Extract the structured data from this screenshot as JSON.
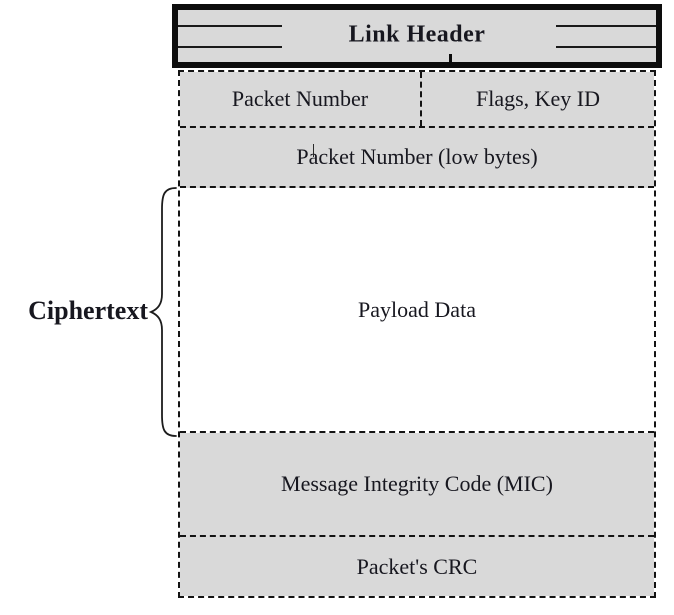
{
  "packet": {
    "link_header": "Link Header",
    "packet_number": "Packet Number",
    "flags_key_id": "Flags, Key ID",
    "packet_number_low": "Packet Number (low bytes)",
    "payload_data": "Payload Data",
    "mic": "Message Integrity Code (MIC)",
    "crc": "Packet's CRC"
  },
  "annotation": {
    "ciphertext_label": "Ciphertext"
  },
  "colors": {
    "field_fill": "#d9d9d9",
    "payload_fill": "#ffffff",
    "line": "#131313",
    "text": "#17171f"
  }
}
